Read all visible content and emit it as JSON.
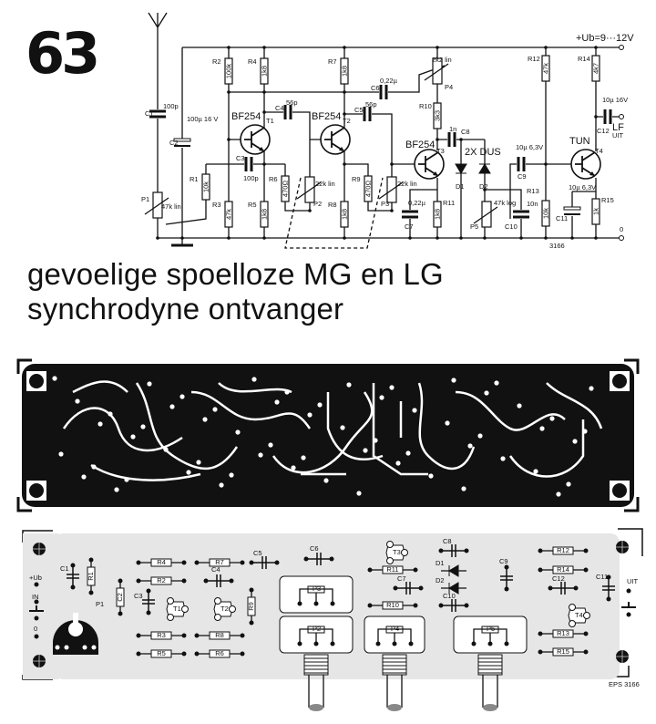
{
  "page_number": "63",
  "title_line1": "gevoelige spoelloze MG en LG",
  "title_line2": "synchrodyne ontvanger",
  "schematic": {
    "supply_label": "+Ub=9···12V",
    "ground_label": "0",
    "output_label": "LF",
    "output_sub": "UIT",
    "diodes_label": "2X DUS",
    "figure_number": "3166",
    "transistors": [
      {
        "ref": "T1",
        "type": "BF254"
      },
      {
        "ref": "T2",
        "type": "BF254"
      },
      {
        "ref": "T3",
        "type": "BF254"
      },
      {
        "ref": "T4",
        "type": "TUN"
      }
    ],
    "components": [
      {
        "ref": "R1",
        "value": "10k"
      },
      {
        "ref": "R2",
        "value": "100k"
      },
      {
        "ref": "R3",
        "value": "47k"
      },
      {
        "ref": "R4",
        "value": "1k8"
      },
      {
        "ref": "R5",
        "value": "1k8"
      },
      {
        "ref": "R6",
        "value": "470Ω"
      },
      {
        "ref": "R7",
        "value": "1k8"
      },
      {
        "ref": "R8",
        "value": "1k8"
      },
      {
        "ref": "R9",
        "value": "470Ω"
      },
      {
        "ref": "R10",
        "value": "3k3"
      },
      {
        "ref": "R11",
        "value": "1k8"
      },
      {
        "ref": "R12",
        "value": "47k"
      },
      {
        "ref": "R13",
        "value": "10k"
      },
      {
        "ref": "R14",
        "value": "4k7"
      },
      {
        "ref": "R15",
        "value": "1k"
      },
      {
        "ref": "C1",
        "value": "100p"
      },
      {
        "ref": "C2",
        "value": "100µ 16 V"
      },
      {
        "ref": "C3",
        "value": "100p"
      },
      {
        "ref": "C4",
        "value": "56p"
      },
      {
        "ref": "C5",
        "value": "56p"
      },
      {
        "ref": "C6",
        "value": "0,22µ"
      },
      {
        "ref": "C7",
        "value": "0,22µ"
      },
      {
        "ref": "C8",
        "value": "1n"
      },
      {
        "ref": "C9",
        "value": "10µ 6,3V"
      },
      {
        "ref": "C10",
        "value": "10n"
      },
      {
        "ref": "C11",
        "value": "10µ 6,3V"
      },
      {
        "ref": "C12",
        "value": "10µ 16V"
      },
      {
        "ref": "P1",
        "value": "47k lin"
      },
      {
        "ref": "P2",
        "value": "22k lin"
      },
      {
        "ref": "P3",
        "value": "22k lin"
      },
      {
        "ref": "P4",
        "value": "2k2 lin"
      },
      {
        "ref": "P5",
        "value": "47k log"
      },
      {
        "ref": "D1",
        "value": ""
      },
      {
        "ref": "D2",
        "value": ""
      }
    ]
  },
  "layout": {
    "supply_label": "+Ub",
    "in_label": "IN",
    "ground_label": "0",
    "output_label": "UIT",
    "board_code": "EPS 3166",
    "parts": [
      "R4",
      "R7",
      "C5",
      "C6",
      "R2",
      "C4",
      "R1",
      "C3",
      "T1",
      "T2",
      "R9",
      "R3",
      "R8",
      "R5",
      "R6",
      "T3",
      "R11",
      "C7",
      "R10",
      "C8",
      "D1",
      "D2",
      "C10",
      "C9",
      "R12",
      "R14",
      "C12",
      "C11",
      "T4",
      "R13",
      "R15",
      "P1",
      "C1",
      "C2",
      "P3",
      "P2",
      "P4",
      "P5"
    ]
  }
}
